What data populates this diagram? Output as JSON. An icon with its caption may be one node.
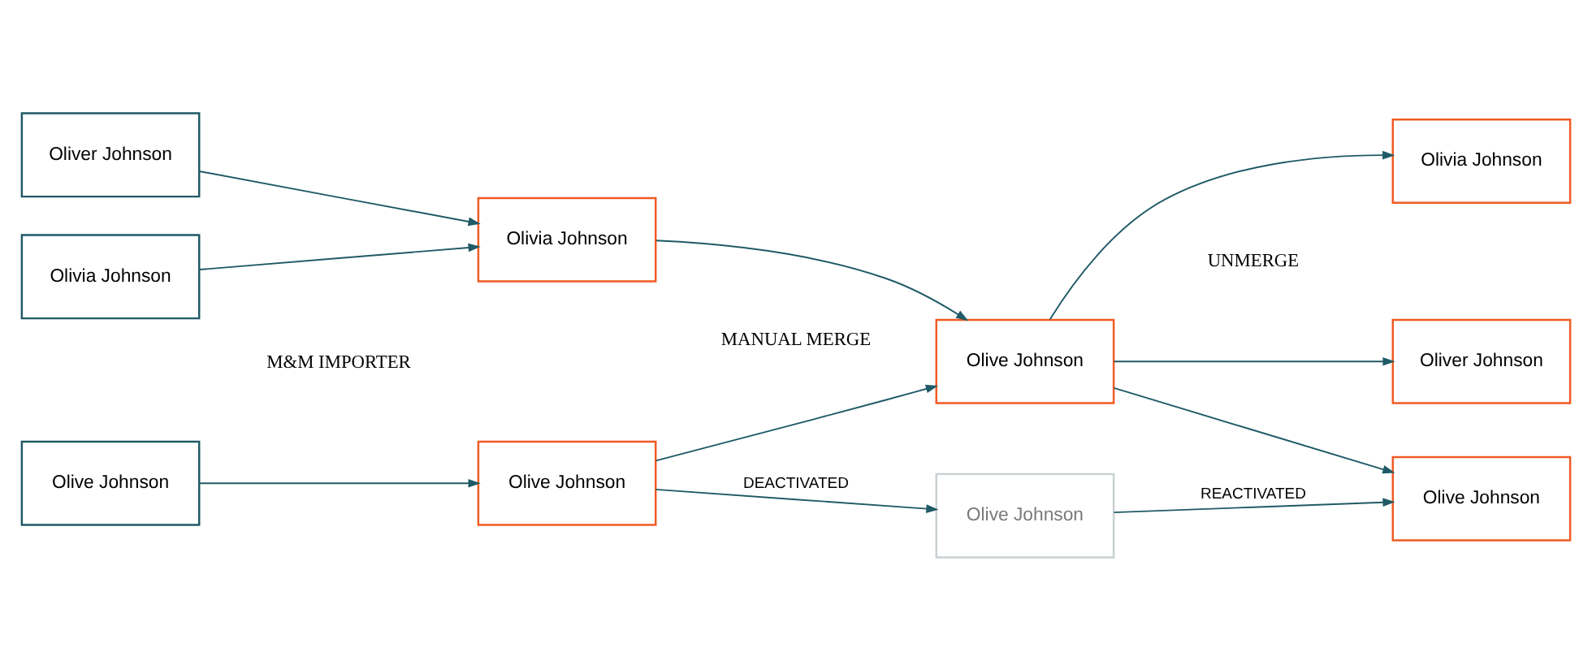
{
  "diagram": {
    "nodes": [
      {
        "text": [
          "Olivia Johnson"
        ]
      },
      {
        "text": [
          "Oliver Johnson"
        ]
      },
      {
        "text": [
          "Olive Johnson"
        ]
      },
      {
        "text": [
          "Olivia Johnson"
        ]
      },
      {
        "text": [
          "Olive Johnson"
        ]
      },
      {
        "text": [
          "Olive Johnson"
        ]
      },
      {
        "text": [
          "Olive Johnson"
        ]
      },
      {
        "text": [
          "Olivia Johnson"
        ]
      },
      {
        "text": [
          "Oliver Johnson"
        ]
      },
      {
        "text": [
          "Olive Johnson"
        ]
      }
    ],
    "edges": [
      {
        "from": 0,
        "to": 3,
        "arrow": "to"
      },
      {
        "from": 1,
        "to": 3,
        "arrow": "to"
      },
      {
        "from": 2,
        "to": 4,
        "arrow": "to"
      },
      {
        "from": 3,
        "to": 5,
        "arrow": "to"
      },
      {
        "from": 4,
        "to": 5,
        "arrow": "to"
      },
      {
        "from": 4,
        "to": 6,
        "arrow": "to",
        "label": "DEACTIVATED"
      },
      {
        "from": 5,
        "to": 7,
        "arrow": "to"
      },
      {
        "from": 5,
        "to": 8,
        "arrow": "to"
      },
      {
        "from": 5,
        "to": 9,
        "arrow": "to"
      },
      {
        "from": 6,
        "to": 9,
        "arrow": "to",
        "label": "REACTIVATED"
      }
    ],
    "labels": [
      "M&M IMPORTER",
      "MANUAL MERGE",
      "UNMERGE"
    ]
  }
}
